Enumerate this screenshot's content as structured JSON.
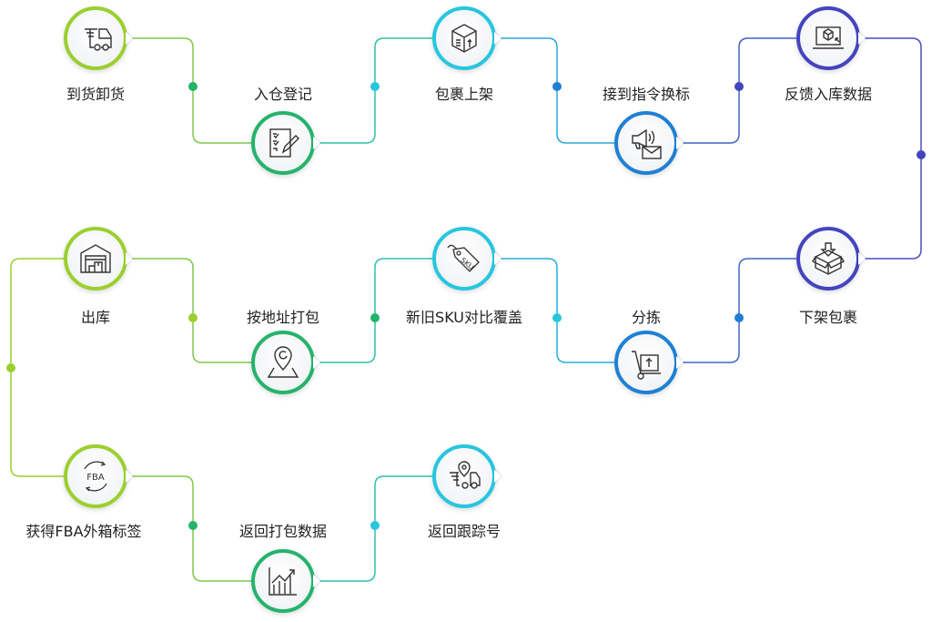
{
  "colors": {
    "lime": "#9bcf2f",
    "green": "#25b36b",
    "cyan": "#27c6de",
    "blue": "#1f80d3",
    "indigo": "#4444bf"
  },
  "steps": [
    {
      "label": "到货卸货",
      "icon": "delivery-truck-icon"
    },
    {
      "label": "入仓登记",
      "icon": "checklist-pen-icon"
    },
    {
      "label": "包裹上架",
      "icon": "box-icon"
    },
    {
      "label": "接到指令换标",
      "icon": "megaphone-mail-icon"
    },
    {
      "label": "反馈入库数据",
      "icon": "laptop-box-icon"
    },
    {
      "label": "下架包裹",
      "icon": "box-down-arrow-icon"
    },
    {
      "label": "分拣",
      "icon": "hand-truck-icon"
    },
    {
      "label": "新旧SKU对比覆盖",
      "icon": "sku-tag-icon",
      "tag_text": "SKU"
    },
    {
      "label": "按地址打包",
      "icon": "map-pin-icon"
    },
    {
      "label": "出库",
      "icon": "warehouse-icon"
    },
    {
      "label": "获得FBA外箱标签",
      "icon": "fba-cycle-icon",
      "tag_text": "FBA"
    },
    {
      "label": "返回打包数据",
      "icon": "bar-chart-up-icon"
    },
    {
      "label": "返回跟踪号",
      "icon": "tracking-truck-icon"
    }
  ]
}
